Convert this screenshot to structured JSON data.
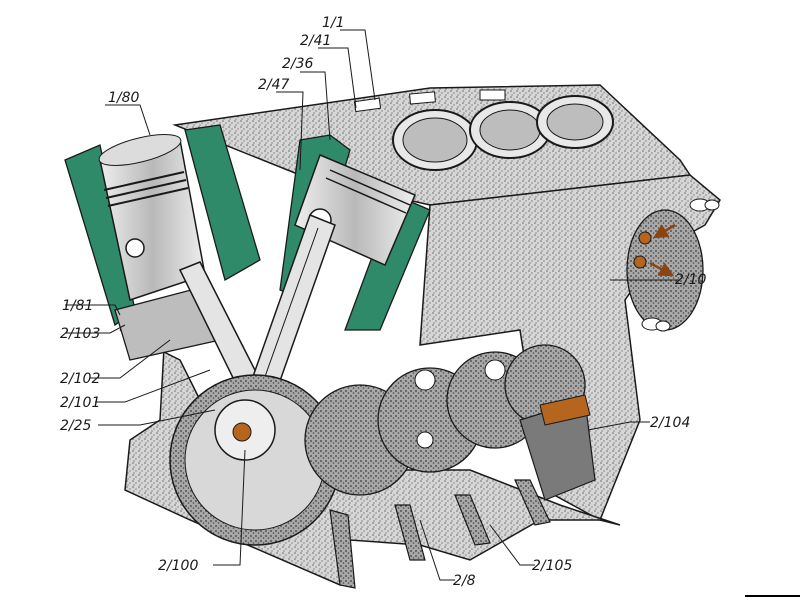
{
  "diagram": {
    "labels": {
      "l_1_1": "1/1",
      "l_2_41": "2/41",
      "l_2_36": "2/36",
      "l_2_47": "2/47",
      "l_1_80": "1/80",
      "l_1_81": "1/81",
      "l_2_103": "2/103",
      "l_2_102": "2/102",
      "l_2_101": "2/101",
      "l_2_25": "2/25",
      "l_2_10": "2/10",
      "l_2_104": "2/104",
      "l_2_100": "2/100",
      "l_2_8": "2/8",
      "l_2_105": "2/105"
    },
    "colors": {
      "cast_iron": "#cfcfcf",
      "cast_iron_dark": "#8e8e8e",
      "coolant_jacket": "#2f8a6a",
      "ink": "#1a1a1a",
      "oil_arrow": "#8b4513"
    }
  }
}
